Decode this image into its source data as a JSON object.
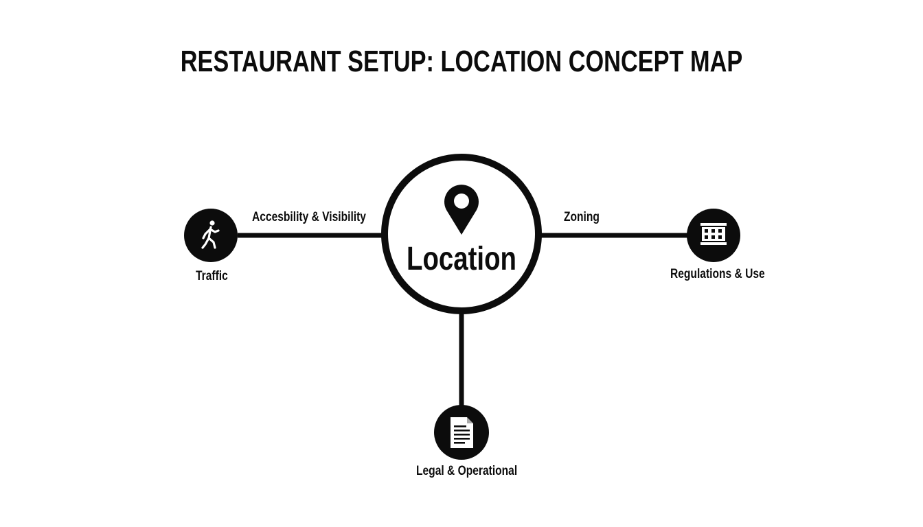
{
  "title": "RESTAURANT SETUP: LOCATION CONCEPT MAP",
  "center": {
    "label": "Location",
    "icon": "map-pin-icon"
  },
  "nodes": [
    {
      "label": "Traffic",
      "icon": "walking-person-icon"
    },
    {
      "label": "Regulations & Use",
      "icon": "building-icon"
    },
    {
      "label": "Legal & Operational",
      "icon": "document-icon"
    }
  ],
  "edges": [
    {
      "label": "Accesbility & Visibility"
    },
    {
      "label": "Zoning"
    },
    {
      "label": ""
    }
  ],
  "colors": {
    "ink": "#0c0c0c",
    "background": "#ffffff"
  }
}
